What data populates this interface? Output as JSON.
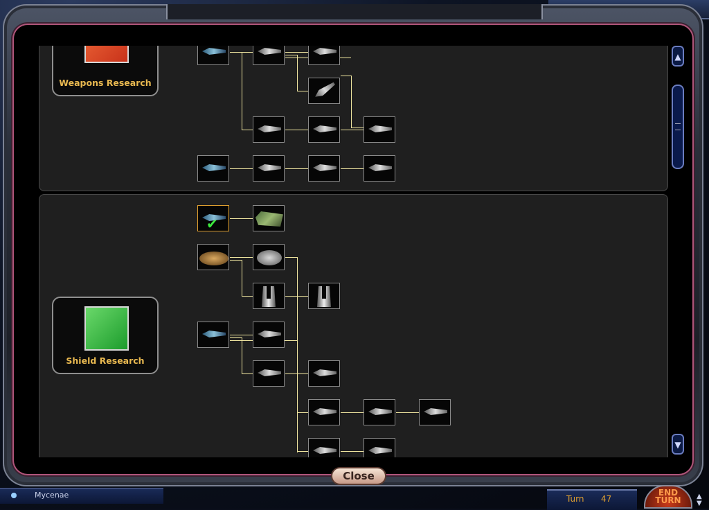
{
  "categories": {
    "weapons": {
      "label": "Weapons Research",
      "icon": "weapons-research-icon",
      "color": "#e8553a"
    },
    "shield": {
      "label": "Shield Research",
      "icon": "shield-research-icon",
      "color": "#3cbc3c"
    }
  },
  "tech_tree": {
    "weapons_nodes": 11,
    "shield_nodes": 16,
    "researched_marker": "✔"
  },
  "scrollbar": {
    "up_glyph": "▲",
    "down_glyph": "▼"
  },
  "footer": {
    "close_label": "Close",
    "planet_name": "Mycenae",
    "turn_label": "Turn",
    "turn_value": "47",
    "end_turn_label": "END TURN"
  },
  "colors": {
    "connector": "#f0e6a0",
    "label_gold": "#e8b850",
    "frame_accent": "#b0557a"
  }
}
